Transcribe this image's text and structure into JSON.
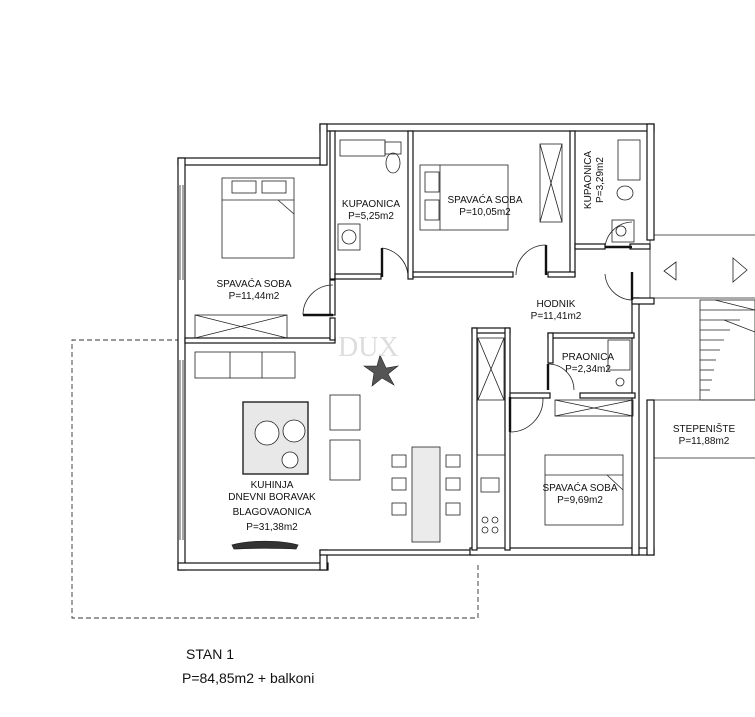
{
  "rooms": {
    "bedroom_nw": {
      "name": "SPAVAĆA SOBA",
      "area": "P=11,44m2"
    },
    "bathroom_1": {
      "name": "KUPAONICA",
      "area": "P=5,25m2"
    },
    "bedroom_north": {
      "name": "SPAVAĆA SOBA",
      "area": "P=10,05m2"
    },
    "bathroom_2": {
      "name": "KUPAONICA",
      "area": "P=3,29m2"
    },
    "hallway": {
      "name": "HODNIK",
      "area": "P=11,41m2"
    },
    "laundry": {
      "name": "PRAONICA",
      "area": "P=2,34m2"
    },
    "living": {
      "name_lines": [
        "KUHINJA",
        "DNEVNI BORAVAK",
        "BLAGOVAONICA"
      ],
      "area": "P=31,38m2"
    },
    "bedroom_se": {
      "name": "SPAVAĆA SOBA",
      "area": "P=9,69m2"
    },
    "staircase": {
      "name": "STEPENIŠTE",
      "area": "P=11,88m2"
    }
  },
  "apartment": {
    "title": "STAN 1",
    "total": "P=84,85m2 + balkoni"
  },
  "colors": {
    "line": "#111111",
    "wall_fill": "#ffffff",
    "background": "#ffffff"
  }
}
